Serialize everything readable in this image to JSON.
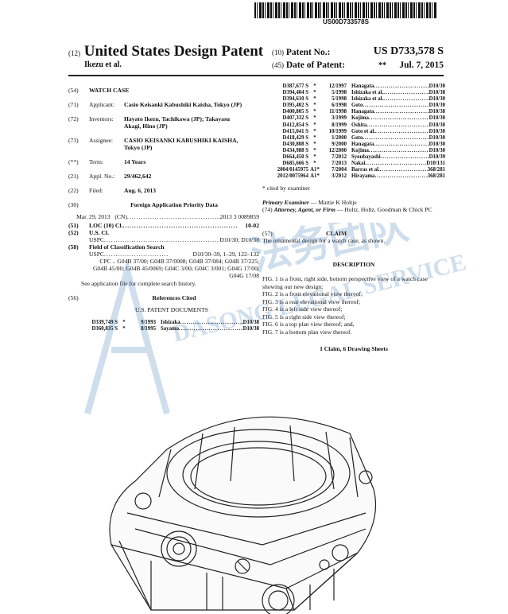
{
  "barcode_text": "US00D733578S",
  "header": {
    "code12": "(12)",
    "title": "United States Design Patent",
    "authors": "Ikezu et al.",
    "code10": "(10)",
    "patent_no_label": "Patent No.:",
    "patent_no": "US D733,578 S",
    "code45": "(45)",
    "date_label": "Date of Patent:",
    "date_mark": "**",
    "date": "Jul. 7, 2015"
  },
  "left": {
    "fields": [
      {
        "code": "(54)",
        "label": "",
        "value": "WATCH CASE"
      },
      {
        "code": "(71)",
        "label": "Applicant:",
        "value": "Casio Keisanki Kabushiki Kaisha, Tokyo (JP)"
      },
      {
        "code": "(72)",
        "label": "Inventors:",
        "value": "Hayato Ikezu, Tachikawa (JP); Takayasu Akagi, Hino (JP)"
      },
      {
        "code": "(73)",
        "label": "Assignee:",
        "value": "CASIO KEISANKI KABUSHIKI KAISHA, Tokyo (JP)"
      },
      {
        "code": "(**)",
        "label": "Term:",
        "value": "14 Years"
      },
      {
        "code": "(21)",
        "label": "Appl. No.:",
        "value": "29/462,642"
      },
      {
        "code": "(22)",
        "label": "Filed:",
        "value": "Aug. 6, 2013"
      }
    ],
    "priority": {
      "code": "(30)",
      "heading": "Foreign Application Priority Data",
      "date": "Mar. 29, 2013",
      "country": "(CN)",
      "number": "2013 3 0089859"
    },
    "loc": {
      "code": "(51)",
      "label": "LOC (10) Cl.",
      "value": "10-02"
    },
    "uscl": {
      "code": "(52)",
      "label": "U.S. Cl.",
      "uspc": "USPC",
      "value": "D10/30; D10/38"
    },
    "search": {
      "code": "(58)",
      "heading": "Field of Classification Search",
      "uspc": "USPC",
      "uspc_value": "D10/30–39, 1–29, 122–132",
      "cpc": "CPC .. G04B 37/00; G04B 37/0008; G04B 37/084; G04B 37/225; G04B 45/00; G04B 45/0069; G04C 3/00; G04C 3/001; G04G 17/00; G04G 17/08",
      "note": "See application file for complete search history."
    },
    "refs": {
      "code": "(56)",
      "heading": "References Cited",
      "subheading": "U.S. PATENT DOCUMENTS",
      "rows": [
        [
          "D339,749 S",
          "*",
          "9/1993",
          "Ishizaka",
          "D10/38"
        ],
        [
          "D360,835 S",
          "*",
          "8/1995",
          "Sayama",
          "D10/38"
        ]
      ]
    }
  },
  "right": {
    "refs": [
      [
        "D387,677 S",
        "*",
        "12/1997",
        "Hanagata",
        "D10/30"
      ],
      [
        "D394,404 S",
        "*",
        "5/1998",
        "Ishizaka et al.",
        "D10/38"
      ],
      [
        "D394,610 S",
        "*",
        "5/1998",
        "Ishizaka et al.",
        "D10/30"
      ],
      [
        "D395,402 S",
        "*",
        "6/1998",
        "Goto",
        "D10/30"
      ],
      [
        "D400,805 S",
        "*",
        "11/1998",
        "Hanagata",
        "D10/38"
      ],
      [
        "D407,332 S",
        "*",
        "3/1999",
        "Kojima",
        "D10/30"
      ],
      [
        "D412,854 S",
        "*",
        "8/1999",
        "Oshita",
        "D10/30"
      ],
      [
        "D415,041 S",
        "*",
        "10/1999",
        "Goto et al.",
        "D10/30"
      ],
      [
        "D418,429 S",
        "*",
        "1/2000",
        "Goto",
        "D10/30"
      ],
      [
        "D430,808 S",
        "*",
        "9/2000",
        "Hanagata",
        "D10/30"
      ],
      [
        "D434,988 S",
        "*",
        "12/2000",
        "Kojima",
        "D10/30"
      ],
      [
        "D664,450 S",
        "*",
        "7/2012",
        "Syoubayashi",
        "D10/39"
      ],
      [
        "D685,666 S",
        "*",
        "7/2013",
        "Nakai",
        "D10/131"
      ],
      [
        "2004/0145975",
        "A1*",
        "7/2004",
        "Barras et al.",
        "368/281"
      ],
      [
        "2012/0075964",
        "A1*",
        "3/2012",
        "Hirayama",
        "368/281"
      ]
    ],
    "cited_note": "* cited by examiner",
    "examiner_label": "Primary Examiner",
    "examiner": "— Martie K Holtje",
    "attorney_code": "(74)",
    "attorney_label": "Attorney, Agent, or Firm",
    "attorney": "— Holtz, Holtz, Goodman & Chick PC",
    "claim_code": "(57)",
    "claim_heading": "CLAIM",
    "claim": "The ornamental design for a watch case, as shown.",
    "desc_heading": "DESCRIPTION",
    "desc": [
      "FIG. 1 is a front, right side, bottom perspective view of a watch case showing our new design;",
      "FIG. 2 is a front elevational view thereof;",
      "FIG. 3 is a rear elevational view thereof;",
      "FIG. 4 is a left side view thereof;",
      "FIG. 5 is a right side view thereof;",
      "FIG. 6 is a top plan view thereof; and,",
      "FIG. 7 is a bottom plan view thereof."
    ],
    "summary": "1 Claim, 6 Drawing Sheets"
  },
  "watermark": {
    "text_cn": "法务团队",
    "text_en": "DASONG LEGAL SERVICE",
    "color": "#2b6cb0"
  }
}
